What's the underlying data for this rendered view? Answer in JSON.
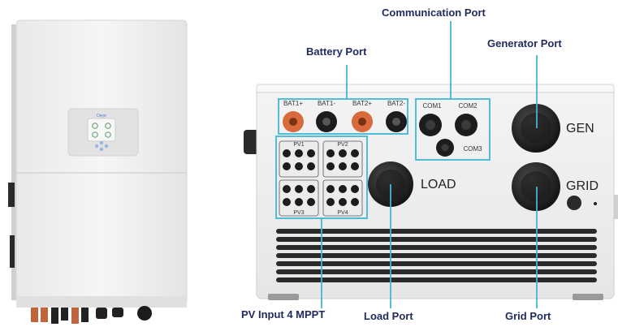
{
  "callouts": {
    "communication": "Communication Port",
    "battery": "Battery Port",
    "generator": "Generator Port",
    "pv_input": "PV Input 4 MPPT",
    "load": "Load Port",
    "grid": "Grid Port"
  },
  "inverter_front": {
    "brand": "Deye"
  },
  "port_panel": {
    "battery_terminals": [
      "BAT1+",
      "BAT1-",
      "BAT2+",
      "BAT2-"
    ],
    "com_ports": [
      "COM1",
      "COM2",
      "COM3"
    ],
    "pv_groups": [
      "PV1",
      "PV2",
      "PV3",
      "PV4"
    ],
    "gen_label": "GEN",
    "load_label": "LOAD",
    "grid_label": "GRID"
  },
  "colors": {
    "callout_text": "#1f2a5c",
    "highlight_box": "#3fb7d6",
    "battery_positive": "#d96a3c",
    "connector_dark": "#1c1c1c",
    "housing": "#f2f2f2"
  }
}
